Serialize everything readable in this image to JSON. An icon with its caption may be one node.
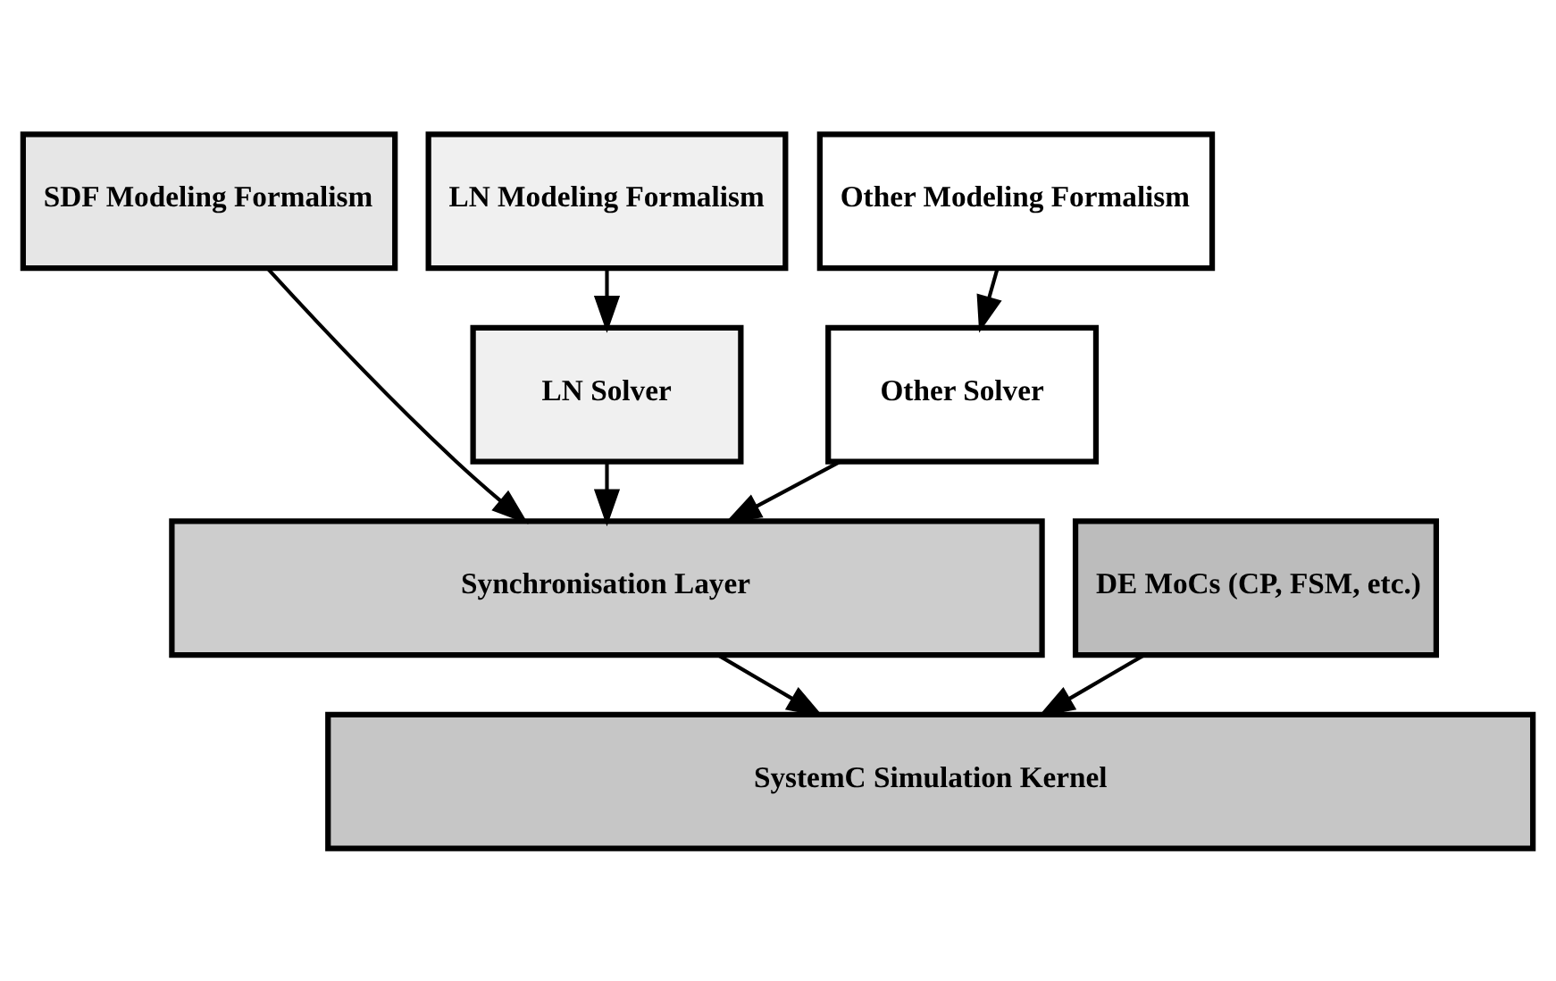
{
  "diagram": {
    "nodes": [
      {
        "text": [
          "SDF Modeling Formalism"
        ]
      },
      {
        "text": [
          "LN Modeling Formalism"
        ]
      },
      {
        "text": [
          "LN Solver"
        ]
      },
      {
        "text": [
          "Other Modeling Formalism"
        ]
      },
      {
        "text": [
          "Other Solver"
        ]
      },
      {
        "text": [
          "DE MoCs (CP, FSM, etc.)"
        ]
      },
      {
        "text": [
          "Synchronisation Layer"
        ]
      },
      {
        "text": [
          "SystemC Simulation Kernel"
        ]
      }
    ],
    "edges": [
      {
        "from": 1,
        "to": 2,
        "arrow": "to"
      },
      {
        "from": 3,
        "to": 4,
        "arrow": "to"
      },
      {
        "from": 0,
        "to": 6,
        "arrow": "to"
      },
      {
        "from": 2,
        "to": 6,
        "arrow": "to"
      },
      {
        "from": 4,
        "to": 6,
        "arrow": "to"
      },
      {
        "from": 6,
        "to": 7,
        "arrow": "to"
      },
      {
        "from": 5,
        "to": 7,
        "arrow": "to"
      }
    ]
  }
}
